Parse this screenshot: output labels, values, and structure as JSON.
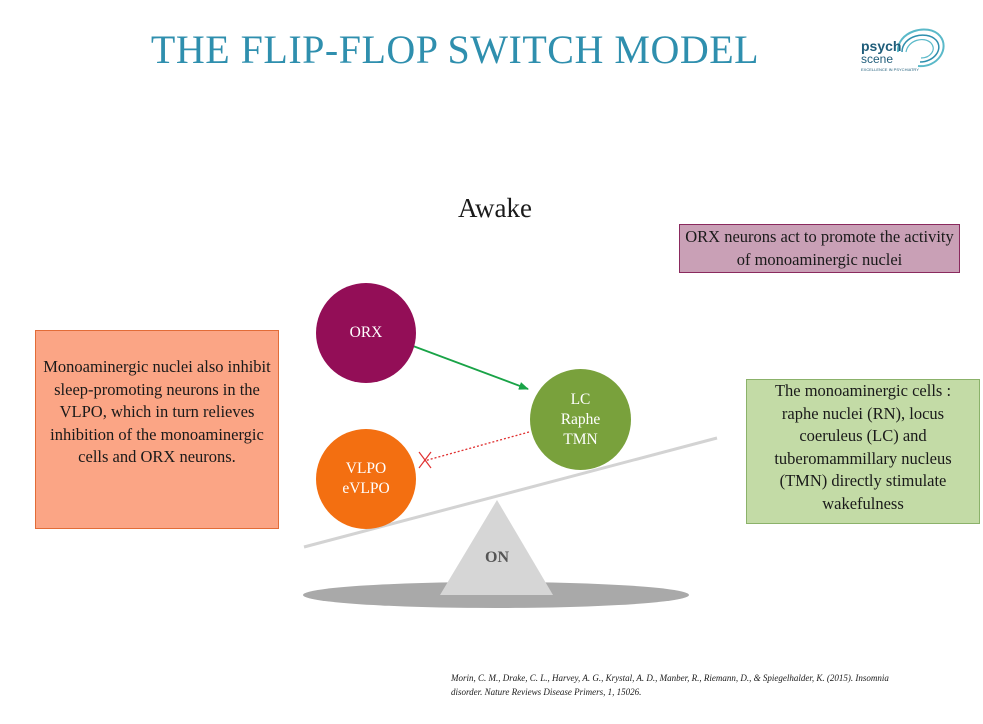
{
  "title": "THE FLIP-FLOP SWITCH MODEL",
  "logo": {
    "line1": "psych",
    "line2": "scene",
    "tagline": "EXCELLENCE IN PSYCHIATRY"
  },
  "state_label": "Awake",
  "boxes": {
    "orx_note": "ORX neurons act to promote the activity of monoaminergic nuclei",
    "monoaminergic_note": "Monoaminergic nuclei also inhibit sleep-promoting neurons in the VLPO, which in turn relieves inhibition of the monoaminergic cells and ORX neurons.",
    "cells_note": "The monoaminergic cells : raphe nuclei (RN), locus coeruleus (LC) and tuberomammillary nucleus (TMN) directly stimulate wakefulness"
  },
  "nodes": {
    "orx": {
      "lines": [
        "ORX"
      ]
    },
    "lc": {
      "lines": [
        "LC",
        "Raphe",
        "TMN"
      ]
    },
    "vlpo": {
      "lines": [
        "VLPO",
        "eVLPO"
      ]
    }
  },
  "fulcrum_label": "ON",
  "reference": {
    "line1": "Morin, C. M., Drake, C. L., Harvey, A. G., Krystal, A. D., Manber, R., Riemann, D., & Spiegelhalder, K. (2015). Insomnia",
    "line2": "disorder. Nature Reviews Disease Primers, 1, 15026."
  },
  "colors": {
    "title": "#2f8fae",
    "orx": "#930e57",
    "lc": "#79a13c",
    "vlpo": "#f36f11",
    "activation_arrow": "#19a347",
    "inhibition_line": "#e03030"
  }
}
